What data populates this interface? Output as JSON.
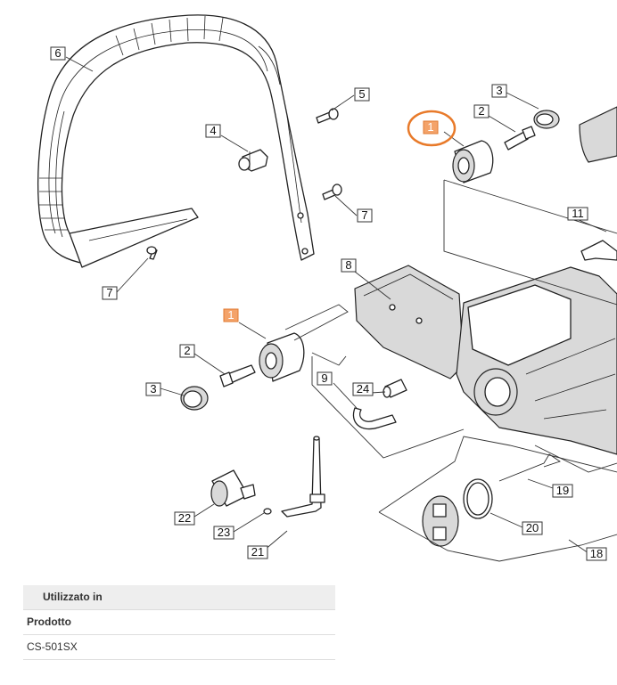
{
  "diagram": {
    "callouts": {
      "c1_top": "1",
      "c1_mid": "1",
      "c2_top": "2",
      "c2_mid": "2",
      "c3_top": "3",
      "c3_mid": "3",
      "c4": "4",
      "c5": "5",
      "c6": "6",
      "c7_a": "7",
      "c7_b": "7",
      "c8": "8",
      "c9": "9",
      "c11": "11",
      "c18": "18",
      "c19": "19",
      "c20": "20",
      "c21": "21",
      "c22": "22",
      "c23": "23",
      "c24": "24"
    },
    "highlight_color": "#f4a36a",
    "circle_color": "#e87a2a"
  },
  "usage": {
    "header": "Utilizzato in",
    "column_label": "Prodotto",
    "rows": [
      "CS-501SX"
    ]
  }
}
